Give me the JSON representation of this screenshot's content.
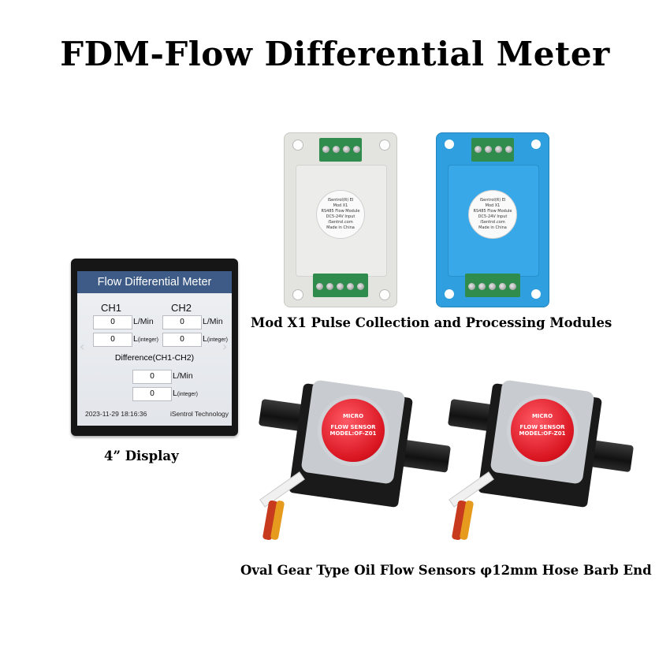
{
  "title": "FDM-Flow Differential Meter",
  "display": {
    "header": "Flow Differential Meter",
    "ch1_label": "CH1",
    "ch2_label": "CH2",
    "ch1_rate": "0",
    "ch2_rate": "0",
    "ch1_total": "0",
    "ch2_total": "0",
    "rate_unit": "L/Min",
    "total_unit_main": "L",
    "total_unit_sub": "(integer)",
    "difference_label": "Difference(CH1-CH2)",
    "diff_rate": "0",
    "diff_total": "0",
    "datetime": "2023-11-29 18:16:36",
    "brand": "iSentrol Technology",
    "arrow_left": "‹",
    "arrow_right": "›"
  },
  "module_label": {
    "line1": "iSentrol(R) EI",
    "line2": "Mod X1",
    "line3": "RS485 Flow Module",
    "line4": "DC5-24V Input",
    "line5": "iSentrol.com",
    "line6": "Made in China"
  },
  "sensor_dial": {
    "brand": "MICRO",
    "line1": "FLOW SENSOR",
    "line2": "MODEL:OF-Z01"
  },
  "captions": {
    "display": "4” Display",
    "modules": "Mod X1 Pulse Collection and Processing Modules",
    "sensors": "Oval Gear Type Oil Flow Sensors  φ12mm Hose Barb End"
  },
  "colors": {
    "header_blue": "#3d5b86",
    "module_gray": "#e2e2de",
    "module_blue": "#2f9fe0",
    "terminal_green": "#2f8c4c",
    "dial_red": "#d8141f"
  }
}
